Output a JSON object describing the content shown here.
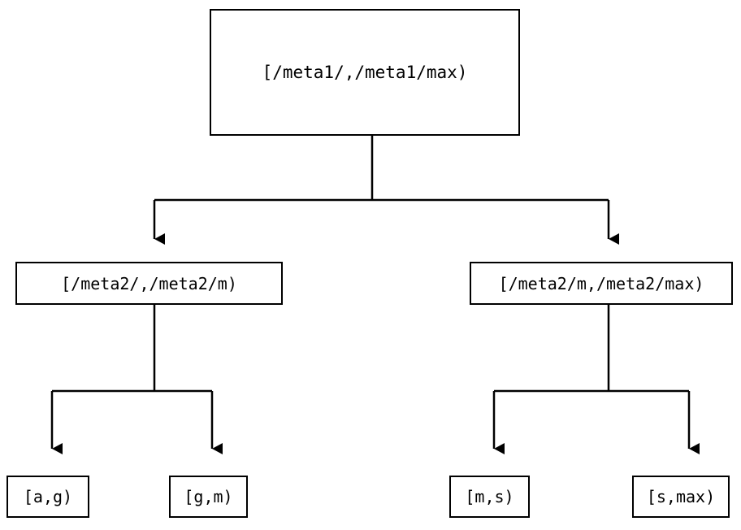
{
  "diagram": {
    "type": "tree",
    "title": "",
    "background_color": "#ffffff",
    "stroke_color": "#000000",
    "text_color": "#000000",
    "nodes": {
      "root": {
        "label": "[/meta1/,/meta1/max)"
      },
      "level2": [
        {
          "label": "[/meta2/,/meta2/m)"
        },
        {
          "label": "[/meta2/m,/meta2/max)"
        }
      ],
      "leaves": [
        {
          "label": "[a,g)"
        },
        {
          "label": "[g,m)"
        },
        {
          "label": "[m,s)"
        },
        {
          "label": "[s,max)"
        }
      ]
    },
    "edges": [
      {
        "from": "root",
        "to": "level2.0",
        "arrow": "down-triangle"
      },
      {
        "from": "root",
        "to": "level2.1",
        "arrow": "down-triangle"
      },
      {
        "from": "level2.0",
        "to": "leaves.0",
        "arrow": "down-triangle"
      },
      {
        "from": "level2.0",
        "to": "leaves.1",
        "arrow": "down-triangle"
      },
      {
        "from": "level2.1",
        "to": "leaves.2",
        "arrow": "down-triangle"
      },
      {
        "from": "level2.1",
        "to": "leaves.3",
        "arrow": "down-triangle"
      }
    ]
  }
}
